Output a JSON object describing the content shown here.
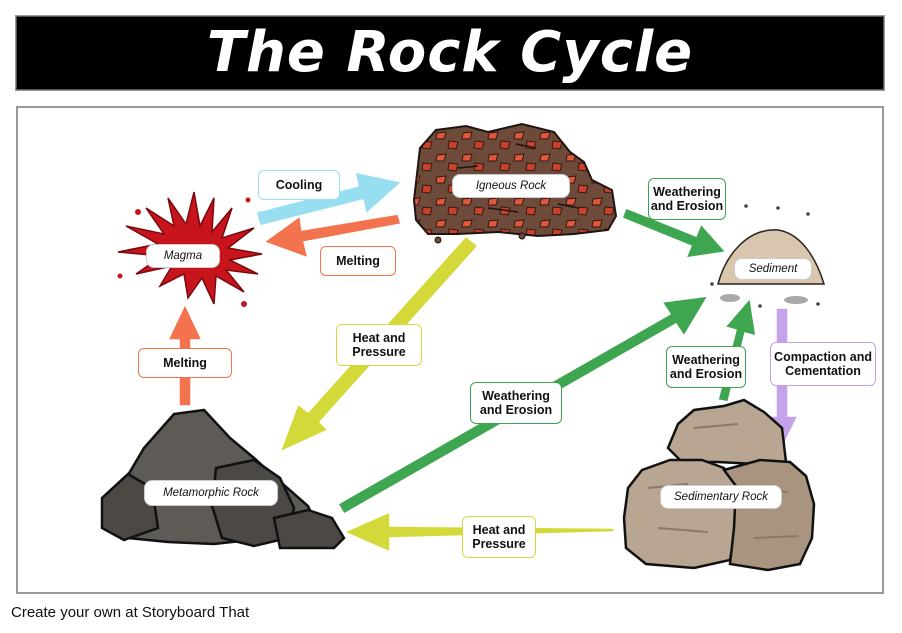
{
  "title": "The Rock Cycle",
  "footer": "Create your own at Storyboard That",
  "colors": {
    "cooling": "#97dff0",
    "melting": "#f4734f",
    "heat_pressure": "#d4d93a",
    "weathering": "#3ea551",
    "compaction": "#c4a3ea",
    "magma": "#c8141c"
  },
  "nodes": {
    "igneous": "Igneous Rock",
    "magma": "Magma",
    "sediment": "Sediment",
    "metamorphic": "Metamorphic Rock",
    "sedimentary": "Sedimentary Rock"
  },
  "labels": {
    "cooling": "Cooling",
    "melting_top": "Melting",
    "melting_left": "Melting",
    "heat_pressure_center": [
      "Heat and",
      "Pressure"
    ],
    "heat_pressure_bottom": [
      "Heat and",
      "Pressure"
    ],
    "weathering_top": [
      "Weathering",
      "and Erosion"
    ],
    "weathering_center": [
      "Weathering",
      "and Erosion"
    ],
    "weathering_right": [
      "Weathering",
      "and Erosion"
    ],
    "compaction": [
      "Compaction and",
      "Cementation"
    ]
  }
}
